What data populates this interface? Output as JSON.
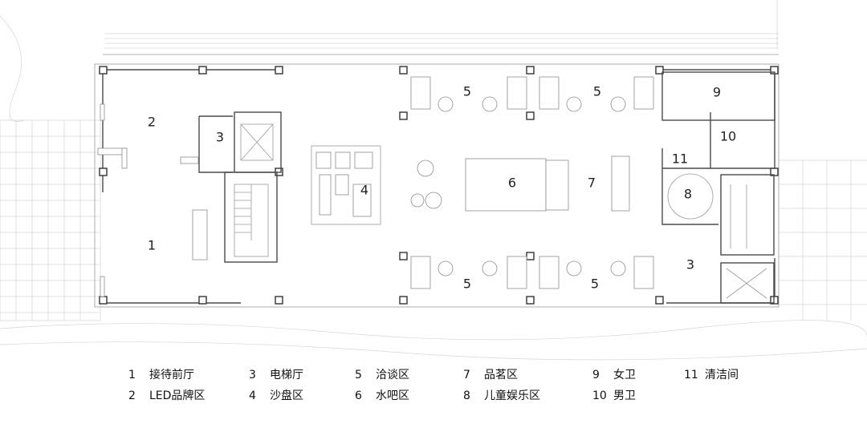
{
  "zones_on_plan": [
    {
      "id": "z1",
      "label": "1"
    },
    {
      "id": "z2",
      "label": "2"
    },
    {
      "id": "z3a",
      "label": "3"
    },
    {
      "id": "z3b",
      "label": "3"
    },
    {
      "id": "z4",
      "label": "4"
    },
    {
      "id": "z5a",
      "label": "5"
    },
    {
      "id": "z5b",
      "label": "5"
    },
    {
      "id": "z5c",
      "label": "5"
    },
    {
      "id": "z5d",
      "label": "5"
    },
    {
      "id": "z6",
      "label": "6"
    },
    {
      "id": "z7",
      "label": "7"
    },
    {
      "id": "z8",
      "label": "8"
    },
    {
      "id": "z9",
      "label": "9"
    },
    {
      "id": "z10",
      "label": "10"
    },
    {
      "id": "z11",
      "label": "11"
    }
  ],
  "legend": [
    {
      "num": "1",
      "text": "接待前厅"
    },
    {
      "num": "2",
      "text": "LED品牌区"
    },
    {
      "num": "3",
      "text": "电梯厅"
    },
    {
      "num": "4",
      "text": "沙盘区"
    },
    {
      "num": "5",
      "text": "洽谈区"
    },
    {
      "num": "6",
      "text": "水吧区"
    },
    {
      "num": "7",
      "text": "品茗区"
    },
    {
      "num": "8",
      "text": "儿童娱乐区"
    },
    {
      "num": "9",
      "text": "女卫"
    },
    {
      "num": "10",
      "text": "男卫"
    },
    {
      "num": "11",
      "text": "清洁间"
    }
  ]
}
